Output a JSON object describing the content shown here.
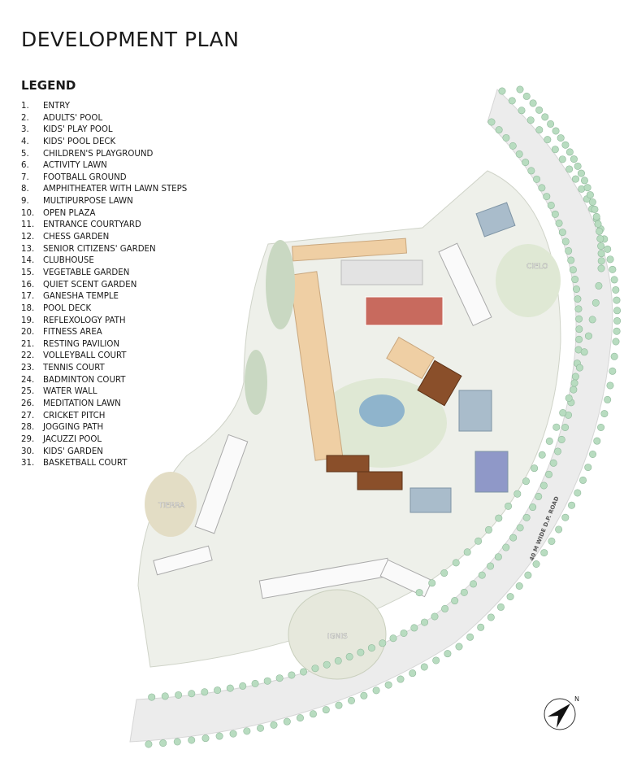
{
  "title": "DEVELOPMENT PLAN",
  "legend": {
    "title": "LEGEND",
    "items": [
      {
        "num": "1.",
        "label": "ENTRY"
      },
      {
        "num": "2.",
        "label": "ADULTS' POOL"
      },
      {
        "num": "3.",
        "label": "KIDS' PLAY POOL"
      },
      {
        "num": "4.",
        "label": "KIDS' POOL DECK"
      },
      {
        "num": "5.",
        "label": "CHILDREN'S PLAYGROUND"
      },
      {
        "num": "6.",
        "label": "ACTIVITY LAWN"
      },
      {
        "num": "7.",
        "label": "FOOTBALL GROUND"
      },
      {
        "num": "8.",
        "label": "AMPHITHEATER WITH LAWN STEPS"
      },
      {
        "num": "9.",
        "label": "MULTIPURPOSE LAWN"
      },
      {
        "num": "10.",
        "label": "OPEN PLAZA"
      },
      {
        "num": "11.",
        "label": "ENTRANCE COURTYARD"
      },
      {
        "num": "12.",
        "label": "CHESS GARDEN"
      },
      {
        "num": "13.",
        "label": "SENIOR CITIZENS' GARDEN"
      },
      {
        "num": "14.",
        "label": "CLUBHOUSE"
      },
      {
        "num": "15.",
        "label": "VEGETABLE GARDEN"
      },
      {
        "num": "16.",
        "label": "QUIET SCENT GARDEN"
      },
      {
        "num": "17.",
        "label": "GANESHA TEMPLE"
      },
      {
        "num": "18.",
        "label": "POOL DECK"
      },
      {
        "num": "19.",
        "label": "REFLEXOLOGY PATH"
      },
      {
        "num": "20.",
        "label": "FITNESS AREA"
      },
      {
        "num": "21.",
        "label": "RESTING PAVILION"
      },
      {
        "num": "22.",
        "label": "VOLLEYBALL COURT"
      },
      {
        "num": "23.",
        "label": "TENNIS COURT"
      },
      {
        "num": "24.",
        "label": "BADMINTON COURT"
      },
      {
        "num": "25.",
        "label": "WATER WALL"
      },
      {
        "num": "26.",
        "label": "MEDITATION LAWN"
      },
      {
        "num": "27.",
        "label": "CRICKET PITCH"
      },
      {
        "num": "28.",
        "label": "JOGGING PATH"
      },
      {
        "num": "29.",
        "label": "JACUZZI POOL"
      },
      {
        "num": "30.",
        "label": "KIDS' GARDEN"
      },
      {
        "num": "31.",
        "label": "BASKETBALL COURT"
      }
    ]
  },
  "map": {
    "zones": [
      "CIELO",
      "TIERRA",
      "IGNIS"
    ],
    "road_label": "40 M WIDE D.P. ROAD",
    "compass_label": "N",
    "colors": {
      "road": "#ececec",
      "lawn": "#dfe8d4",
      "tree": "#b8dcc0",
      "building_orange": "#efcfa4",
      "building_blue": "#a9bccb",
      "clubhouse": "#8a4f2a",
      "court": "#c86a5e",
      "pool": "#8fb4cc"
    }
  }
}
